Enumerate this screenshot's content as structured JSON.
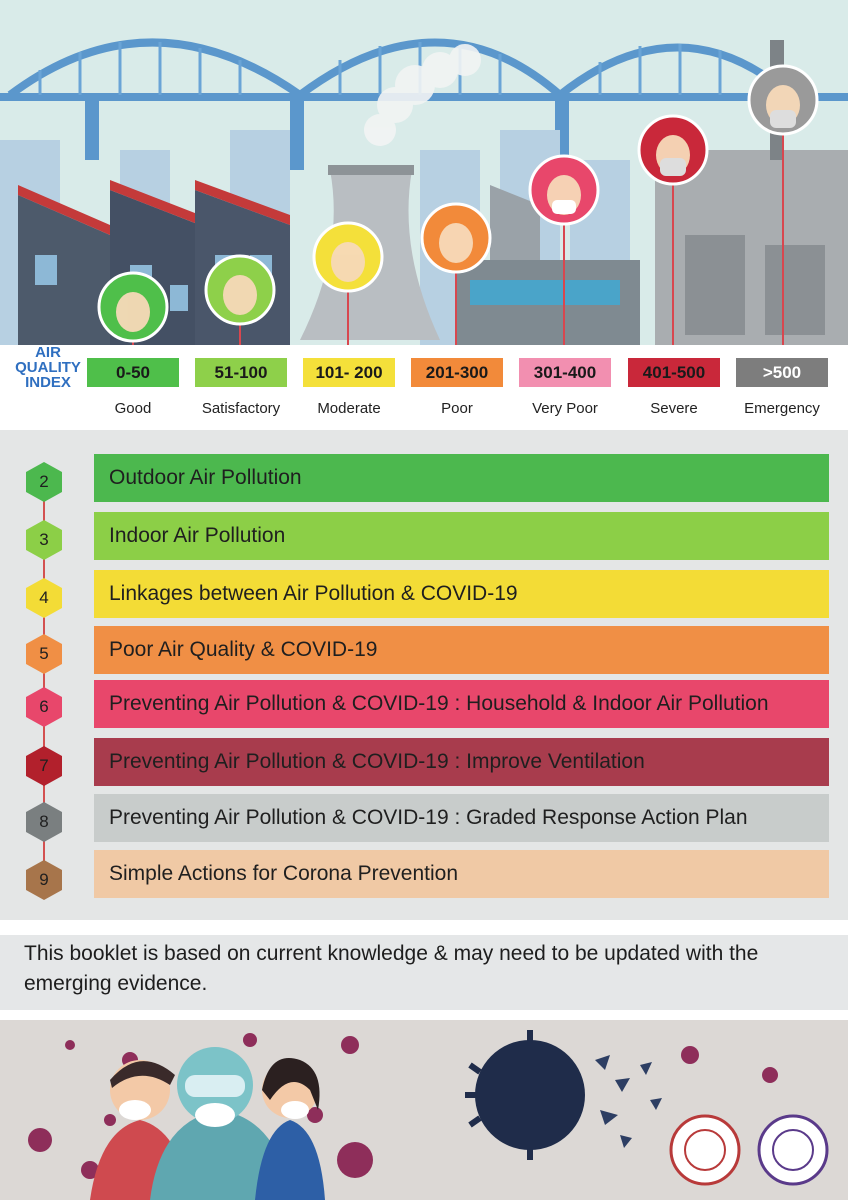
{
  "aqi": {
    "label_lines": [
      "AIR",
      "QUALITY",
      "INDEX"
    ],
    "levels": [
      {
        "range": "0-50",
        "name": "Good",
        "color": "#4fbf4a"
      },
      {
        "range": "51-100",
        "name": "Satisfactory",
        "color": "#8ed04a"
      },
      {
        "range": "101- 200",
        "name": "Moderate",
        "color": "#f4e03a"
      },
      {
        "range": "201-300",
        "name": "Poor",
        "color": "#f28a3a"
      },
      {
        "range": "301-400",
        "name": "Very Poor",
        "color": "#f28fb0"
      },
      {
        "range": "401-500",
        "name": "Severe",
        "color": "#c9283a"
      },
      {
        "range": ">500",
        "name": "Emergency",
        "color": "#7d7d7d"
      }
    ]
  },
  "contents": [
    {
      "page": "2",
      "title": "Outdoor Air Pollution",
      "color": "#4cb84e",
      "hex": "#4cb84e"
    },
    {
      "page": "3",
      "title": "Indoor Air Pollution",
      "color": "#8ccf47",
      "hex": "#8ccf47"
    },
    {
      "page": "4",
      "title": "Linkages between Air Pollution & COVID-19",
      "color": "#f3dc36",
      "hex": "#f3dc36"
    },
    {
      "page": "5",
      "title": "Poor Air Quality & COVID-19",
      "color": "#f08f45",
      "hex": "#f08f45"
    },
    {
      "page": "6",
      "title": "Preventing Air Pollution & COVID-19 : Household & Indoor Air Pollution",
      "color": "#e8476b",
      "hex": "#e8476b"
    },
    {
      "page": "7",
      "title": "Preventing Air Pollution & COVID-19 : Improve Ventilation",
      "color": "#a83c4d",
      "hex": "#b2202c"
    },
    {
      "page": "8",
      "title": "Preventing Air Pollution & COVID-19 : Graded Response Action Plan",
      "color": "#c8cccb",
      "hex": "#7a7f80"
    },
    {
      "page": "9",
      "title": "Simple Actions for Corona Prevention",
      "color": "#f0c9a5",
      "hex": "#a7754b"
    }
  ],
  "note": "This booklet is based on current knowledge & may need to be updated with the emerging evidence."
}
